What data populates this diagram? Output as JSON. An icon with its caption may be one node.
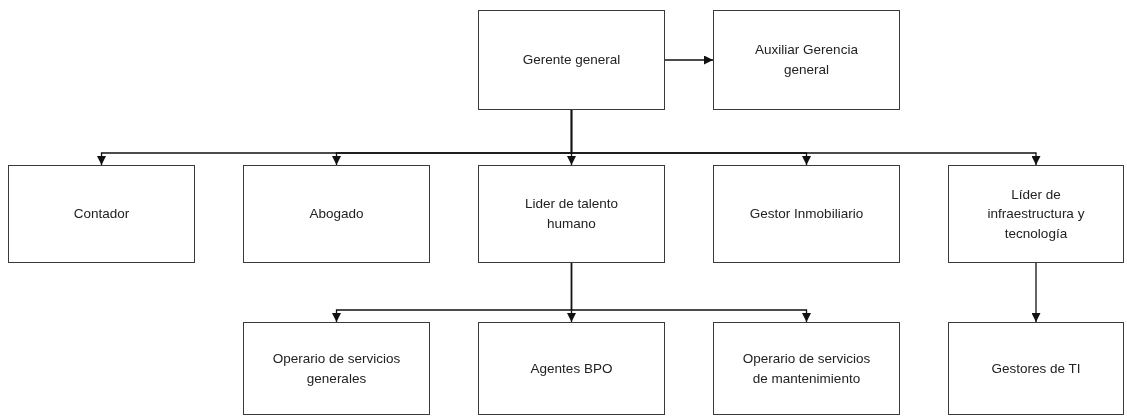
{
  "diagram": {
    "nodes": [
      {
        "text": [
          "Gerente general"
        ]
      },
      {
        "text": [
          "Auxiliar Gerencia general"
        ]
      },
      {
        "text": [
          "Contador"
        ]
      },
      {
        "text": [
          "Abogado"
        ]
      },
      {
        "text": [
          "Lider de talento humano"
        ]
      },
      {
        "text": [
          "Gestor Inmobiliario"
        ]
      },
      {
        "text": [
          "Líder de infraestructura y tecnología"
        ]
      },
      {
        "text": [
          "Operario de servicios generales"
        ]
      },
      {
        "text": [
          "Agentes BPO"
        ]
      },
      {
        "text": [
          "Operario de servicios de mantenimiento"
        ]
      },
      {
        "text": [
          "Gestores de TI"
        ]
      }
    ],
    "edges": [
      {
        "from": 0,
        "to": 1,
        "arrow": "to"
      },
      {
        "from": 0,
        "to": 2,
        "arrow": "to"
      },
      {
        "from": 0,
        "to": 3,
        "arrow": "to"
      },
      {
        "from": 0,
        "to": 4,
        "arrow": "to"
      },
      {
        "from": 0,
        "to": 5,
        "arrow": "to"
      },
      {
        "from": 0,
        "to": 6,
        "arrow": "to"
      },
      {
        "from": 4,
        "to": 7,
        "arrow": "to"
      },
      {
        "from": 4,
        "to": 8,
        "arrow": "to"
      },
      {
        "from": 4,
        "to": 9,
        "arrow": "to"
      },
      {
        "from": 6,
        "to": 10,
        "arrow": "to"
      }
    ]
  }
}
